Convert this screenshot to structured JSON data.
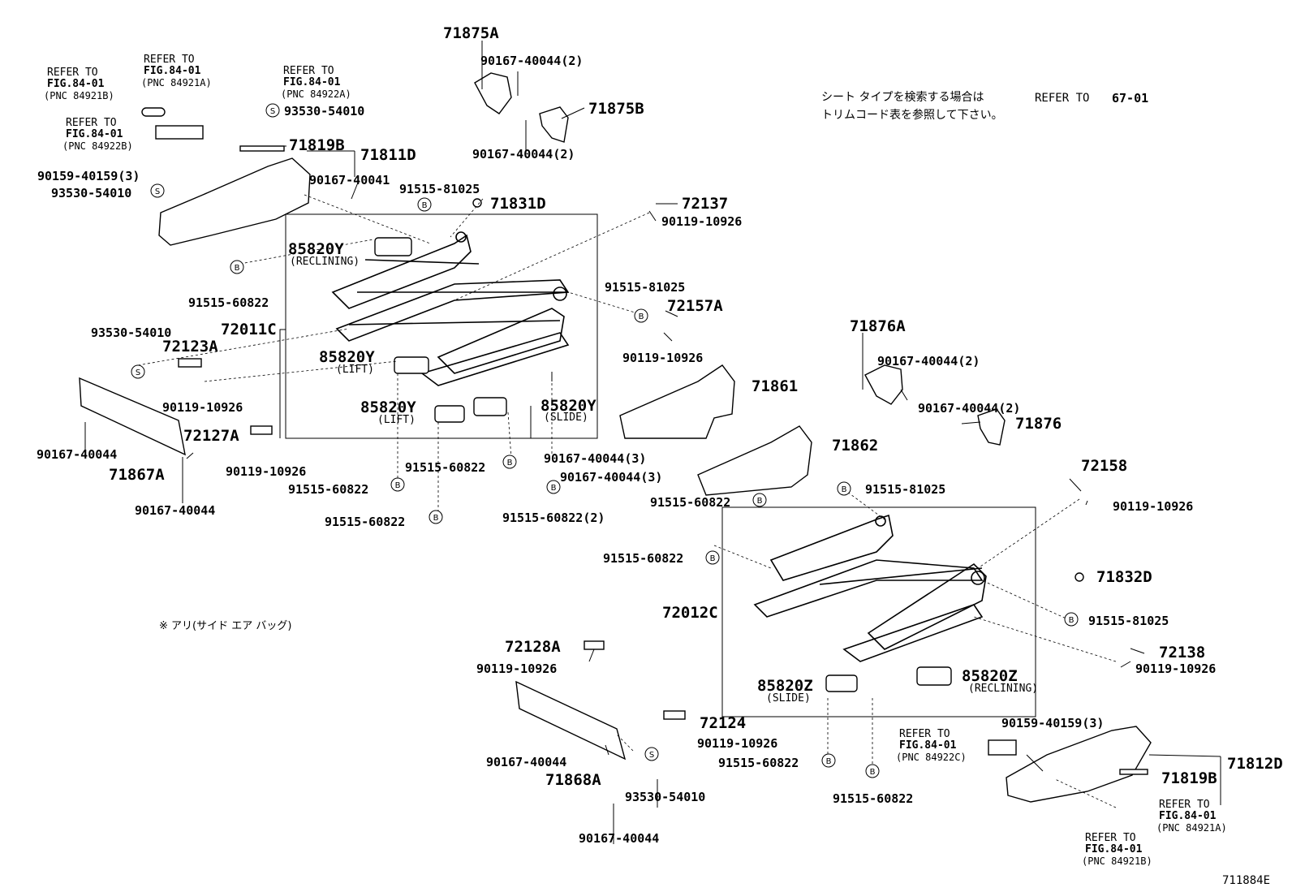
{
  "figure_code": "711884E",
  "note_jp_1": "シート タイプを検索する場合は",
  "note_jp_2": "トリムコード表を参照して下さい。",
  "note_refer": "REFER TO",
  "note_refer_fig": "67-01",
  "note_airbag": "※ アリ(サイド エア バッグ)",
  "callout_symbols": {
    "B": "B",
    "S": "S"
  },
  "refs": {
    "r1": [
      "REFER TO",
      "FIG.84-01",
      "(PNC 84921B)"
    ],
    "r2": [
      "REFER TO",
      "FIG.84-01",
      "(PNC 84921A)"
    ],
    "r3": [
      "REFER TO",
      "FIG.84-01",
      "(PNC 84922A)"
    ],
    "r4": [
      "REFER TO",
      "FIG.84-01",
      "(PNC 84922B)"
    ],
    "r5": [
      "REFER TO",
      "FIG.84-01",
      "(PNC 84922C)"
    ],
    "r6": [
      "REFER TO",
      "FIG.84-01",
      "(PNC 84921A)"
    ],
    "r7": [
      "REFER TO",
      "FIG.84-01",
      "(PNC 84921B)"
    ]
  },
  "parts": {
    "p71875A": "71875A",
    "p90167_40044_2a": "90167-40044(2)",
    "p71875B": "71875B",
    "p90167_40044_2b": "90167-40044(2)",
    "p93530_54010a": "93530-54010",
    "p71819B_a": "71819B",
    "p71811D": "71811D",
    "p90159_40159_3a": "90159-40159(3)",
    "p93530_54010b": "93530-54010",
    "p90167_40041": "90167-40041",
    "p91515_81025a": "91515-81025",
    "p71831D": "71831D",
    "p72137": "72137",
    "p90119_10926a": "90119-10926",
    "p85820Y_a": "85820Y",
    "p85820Y_a_sub": "(RECLINING)",
    "p91515_60822a": "91515-60822",
    "p72011C": "72011C",
    "p91515_81025b": "91515-81025",
    "p72157A": "72157A",
    "p93530_54010c": "93530-54010",
    "p72123A": "72123A",
    "p85820Y_b": "85820Y",
    "p85820Y_b_sub": "(LIFT)",
    "p90119_10926b": "90119-10926",
    "p71861": "71861",
    "p90119_10926c": "90119-10926",
    "p85820Y_c": "85820Y",
    "p85820Y_c_sub": "(LIFT)",
    "p85820Y_d": "85820Y",
    "p85820Y_d_sub": "(SLIDE)",
    "p90167_40044a": "90167-40044",
    "p72127A": "72127A",
    "p71867A": "71867A",
    "p90119_10926d": "90119-10926",
    "p91515_60822b": "91515-60822",
    "p91515_60822c": "91515-60822",
    "p90167_40044_3a": "90167-40044(3)",
    "p90167_40044_3b": "90167-40044(3)",
    "p90167_40044b": "90167-40044",
    "p91515_60822d": "91515-60822",
    "p91515_60822_2": "91515-60822(2)",
    "p71862": "71862",
    "p91515_60822e": "91515-60822",
    "p71876A": "71876A",
    "p90167_40044_2c": "90167-40044(2)",
    "p90167_40044_2d": "90167-40044(2)",
    "p71876": "71876",
    "p72158": "72158",
    "p91515_81025c": "91515-81025",
    "p90119_10926e": "90119-10926",
    "p91515_60822f": "91515-60822",
    "p71832D": "71832D",
    "p72012C": "72012C",
    "p91515_81025d": "91515-81025",
    "p72128A": "72128A",
    "p90119_10926f": "90119-10926",
    "p72138": "72138",
    "p90119_10926g": "90119-10926",
    "p85820Z_a": "85820Z",
    "p85820Z_a_sub": "(SLIDE)",
    "p85820Z_b": "85820Z",
    "p85820Z_b_sub": "(RECLINING)",
    "p72124": "72124",
    "p90119_10926h": "90119-10926",
    "p90159_40159_3b": "90159-40159(3)",
    "p90167_40044c": "90167-40044",
    "p71868A": "71868A",
    "p91515_60822g": "91515-60822",
    "p93530_54010d": "93530-54010",
    "p91515_60822h": "91515-60822",
    "p71812D": "71812D",
    "p71819B_b": "71819B",
    "p90167_40044d": "90167-40044"
  }
}
